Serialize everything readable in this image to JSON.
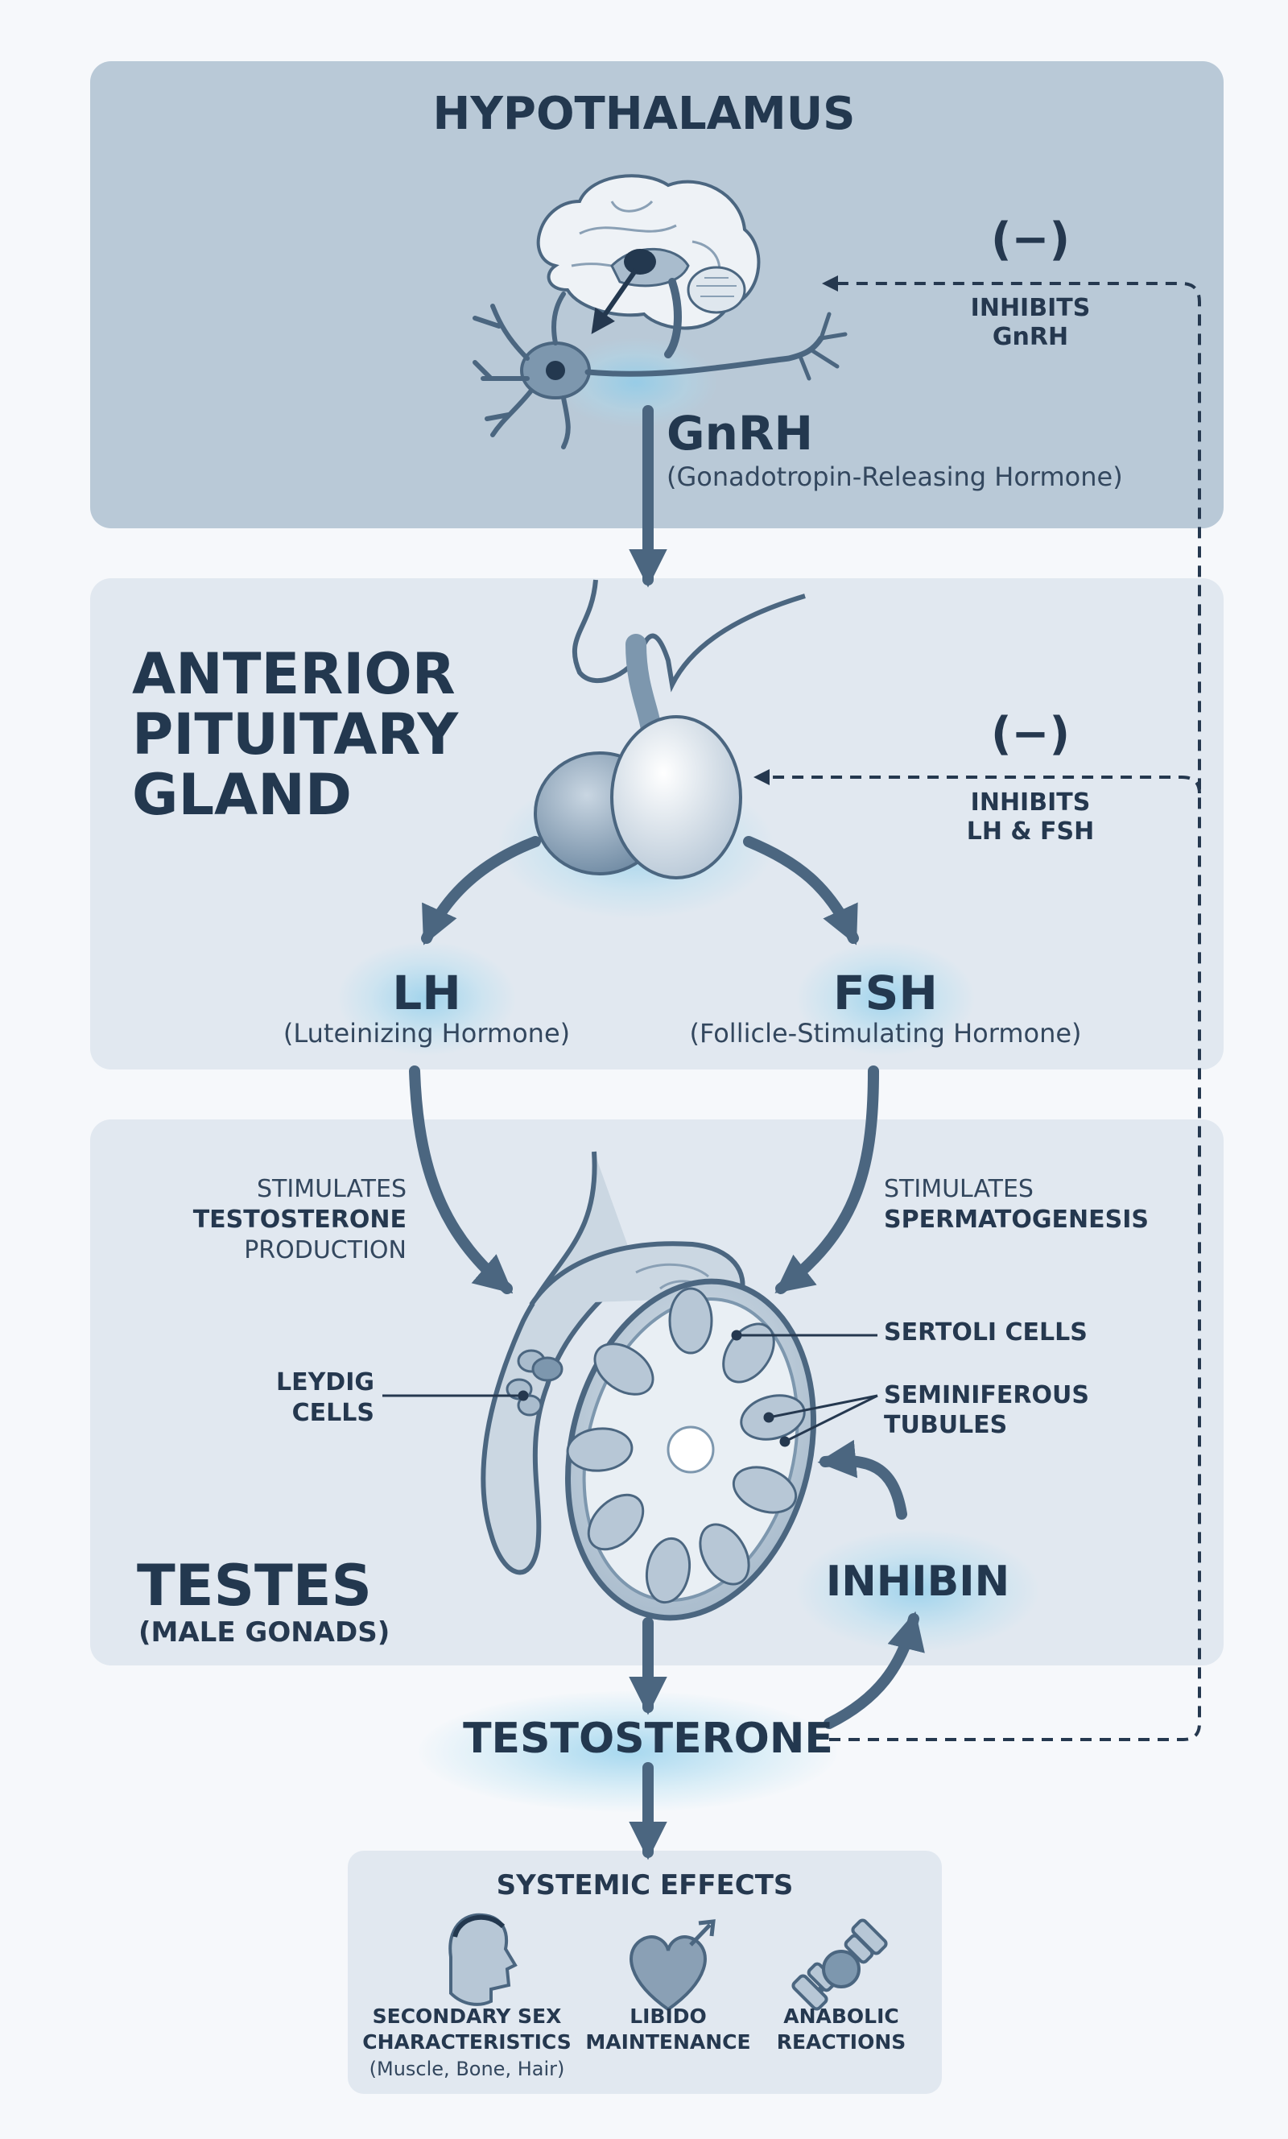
{
  "hypothalamus": {
    "title": "HYPOTHALAMUS",
    "hormone": "GnRH",
    "hormone_full": "(Gonadotropin-Releasing Hormone)"
  },
  "pituitary": {
    "title_lines": [
      "ANTERIOR",
      "PITUITARY",
      "GLAND"
    ],
    "lh": "LH",
    "lh_full": "(Luteinizing Hormone)",
    "fsh": "FSH",
    "fsh_full": "(Follicle-Stimulating Hormone)"
  },
  "feedback": {
    "top_symbol": "(−)",
    "top_label_lines": [
      "INHIBITS",
      "GnRH"
    ],
    "mid_symbol": "(−)",
    "mid_label_lines": [
      "INHIBITS",
      "LH & FSH"
    ]
  },
  "testes": {
    "title": "TESTES",
    "subtitle": "(MALE GONADS)",
    "lh_effect": {
      "line1": "STIMULATES",
      "line2": "TESTOSTERONE",
      "line3": "PRODUCTION"
    },
    "fsh_effect": {
      "line1": "STIMULATES",
      "line2": "SPERMATOGENESIS"
    },
    "leydig_lines": [
      "LEYDIG",
      "CELLS"
    ],
    "sertoli": "SERTOLI CELLS",
    "semini_lines": [
      "SEMINIFEROUS",
      "TUBULES"
    ],
    "inhibin": "INHIBIN"
  },
  "testosterone": "TESTOSTERONE",
  "systemic": {
    "title": "SYSTEMIC EFFECTS",
    "effects": [
      {
        "icon": "male-head-icon",
        "lines": [
          "SECONDARY SEX",
          "CHARACTERISTICS"
        ],
        "note": "(Muscle, Bone, Hair)"
      },
      {
        "icon": "heart-male-symbol-icon",
        "lines": [
          "LIBIDO",
          "MAINTENANCE"
        ]
      },
      {
        "icon": "dumbbell-icon",
        "lines": [
          "ANABOLIC",
          "REACTIONS"
        ]
      }
    ]
  },
  "colors": {
    "hypothalamus_panel": "#b9c9d7",
    "section_panel": "#e1e8f0",
    "text_dark": "#23384f",
    "arrow": "#4b6680",
    "glow": "#8ccdeb"
  }
}
